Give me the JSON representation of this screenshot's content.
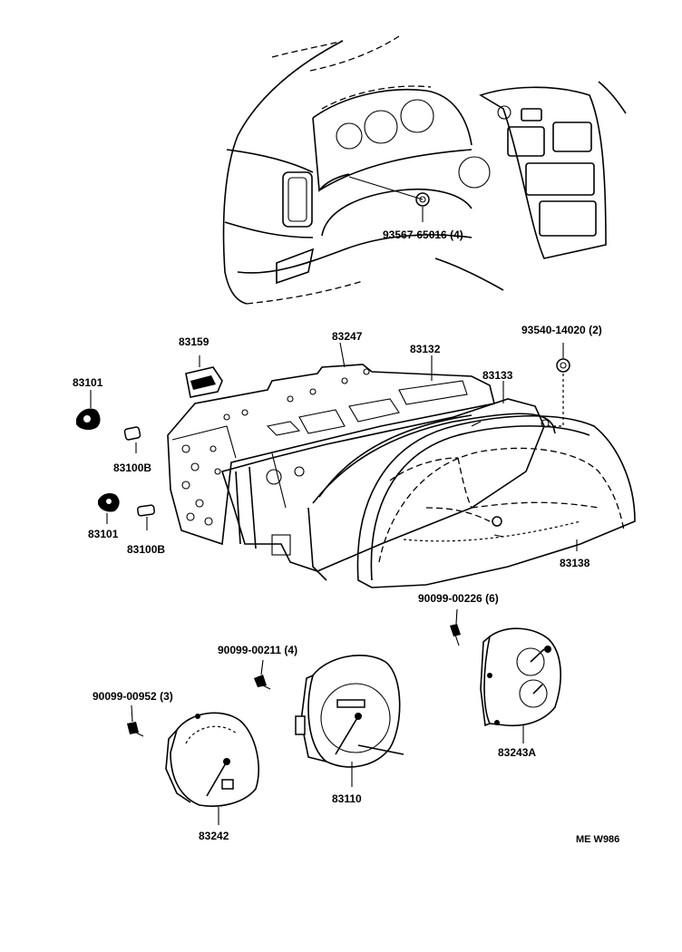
{
  "labels": {
    "nut_93567": "93567-65016 (4)",
    "p83159": "83159",
    "p83247": "83247",
    "nut_93540": "93540-14020 (2)",
    "p83132": "83132",
    "p83101_top": "83101",
    "p83133": "83133",
    "p83100b_top": "83100B",
    "p83101_bot": "83101",
    "p83100b_bot": "83100B",
    "p83138": "83138",
    "screw_00226": "90099-00226 (6)",
    "screw_00211": "90099-00211 (4)",
    "screw_00952": "90099-00952 (3)",
    "p83243a": "83243A",
    "p83110": "83110",
    "p83242": "83242",
    "drawing_code": "ME W986"
  }
}
